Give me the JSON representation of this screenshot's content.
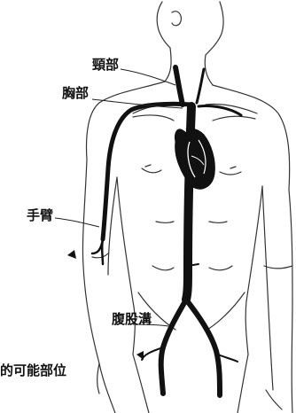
{
  "labels": {
    "neck": "頸部",
    "chest": "胸部",
    "arm": "手臂",
    "groin": "腹股溝",
    "bottom": "的可能部位"
  },
  "colors": {
    "line": "#222222",
    "vessel": "#111111",
    "background": "#ffffff"
  }
}
